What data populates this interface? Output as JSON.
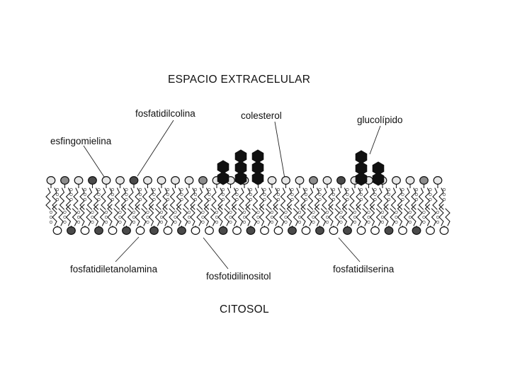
{
  "labels": {
    "extracellular": "ESPACIO EXTRACELULAR",
    "cytosol": "CITOSOL",
    "sphingomyelin": "esfingomielina",
    "phosphatidylcholine": "fosfatidilcolina",
    "cholesterol": "colesterol",
    "glycolipid": "glucolípido",
    "phosphatidylethanolamine": "fosfatidiletanolamina",
    "phosphatidylinositol": "fosfotidilinositol",
    "phosphatidylserine": "fosfatidilserina"
  },
  "legend_colors": {
    "light_head": "#e6e6e6",
    "medium_head": "#8c8c8c",
    "dark_head": "#4a4a4a",
    "white_head": "#ffffff",
    "hexagon": "#111111"
  }
}
